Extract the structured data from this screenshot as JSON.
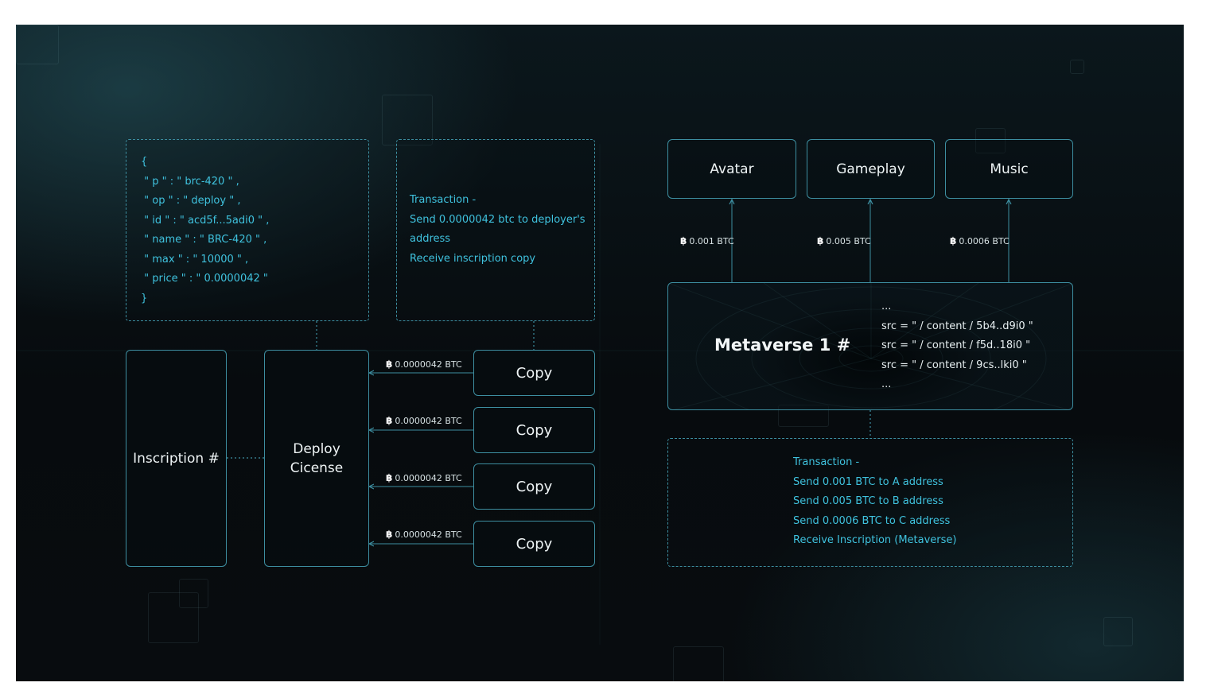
{
  "json_code": {
    "lines": [
      "{",
      " \" p \" : \" brc-420 \" ,",
      " \" op \" : \" deploy \" ,",
      " \" id \" : \" acd5f...5adi0 \" ,",
      " \" name \" : \" BRC-420 \" ,",
      " \" max \" : \" 10000 \" ,",
      " \" price \" : \" 0.0000042 \"",
      "}"
    ]
  },
  "transaction_left": {
    "lines": [
      "Transaction -",
      "Send 0.0000042 btc to deployer's",
      "address",
      "Receive inscription copy"
    ]
  },
  "inscription_box": {
    "label": "Inscription #"
  },
  "deploy_box": {
    "line1": "Deploy",
    "line2": "Cicense"
  },
  "copies": [
    {
      "label": "Copy",
      "price": "0.0000042 BTC"
    },
    {
      "label": "Copy",
      "price": "0.0000042 BTC"
    },
    {
      "label": "Copy",
      "price": "0.0000042 BTC"
    },
    {
      "label": "Copy",
      "price": "0.0000042 BTC"
    }
  ],
  "top_boxes": [
    {
      "label": "Avatar",
      "price": "0.001 BTC"
    },
    {
      "label": "Gameplay",
      "price": "0.005 BTC"
    },
    {
      "label": "Music",
      "price": "0.0006 BTC"
    }
  ],
  "metaverse": {
    "title": "Metaverse 1 #",
    "src_lines": [
      "...",
      "src = \" / content / 5b4..d9i0 \"",
      "src = \" / content / f5d..18i0 \"",
      "src = \" / content / 9cs..lki0 \"",
      "..."
    ]
  },
  "transaction_right": {
    "lines": [
      "Transaction -",
      "Send 0.001 BTC to A address",
      "Send 0.005 BTC to B address",
      "Send 0.0006 BTC to C address",
      "Receive Inscription (Metaverse)"
    ]
  },
  "btc_symbol": "฿",
  "colors": {
    "accent": "#3fc2de",
    "border": "#3d8ea0",
    "background": "#070b0e"
  }
}
